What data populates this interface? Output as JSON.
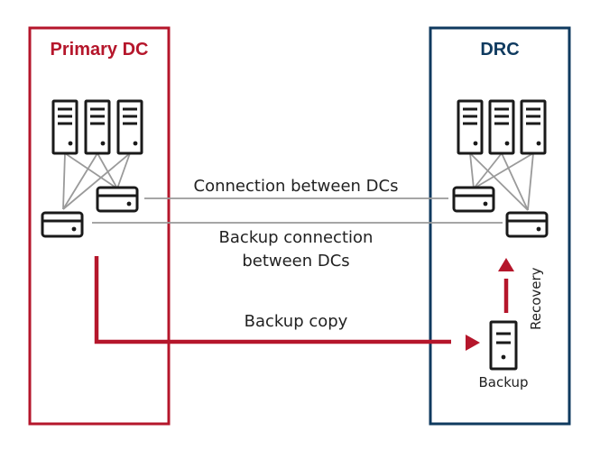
{
  "colors": {
    "primary": "#b5162b",
    "drc": "#0f3a5f",
    "line": "#9a9a9a",
    "icon": "#1a1a1a"
  },
  "primary_dc": {
    "title": "Primary DC"
  },
  "drc": {
    "title": "DRC"
  },
  "links": {
    "connection_label": "Connection between DCs",
    "backup_connection_line1": "Backup connection",
    "backup_connection_line2": "between DCs",
    "backup_copy_label": "Backup copy",
    "recovery_label": "Recovery"
  },
  "backup_server": {
    "label": "Backup"
  },
  "icons": [
    "server-tower-icon",
    "network-switch-icon",
    "arrow-right-icon",
    "arrow-up-icon"
  ]
}
